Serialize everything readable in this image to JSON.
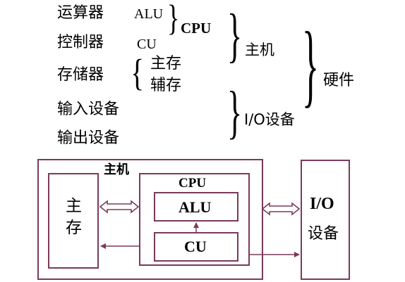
{
  "top": {
    "components": {
      "alu_unit": "运算器",
      "control_unit": "控制器",
      "memory": "存储器",
      "input": "输入设备",
      "output": "输出设备"
    },
    "abbrev": {
      "alu": "ALU",
      "cu": "CU"
    },
    "memory_types": {
      "main": "主存",
      "aux": "辅存"
    },
    "groups": {
      "cpu": "CPU",
      "host": "主机",
      "io": "I/O设备",
      "hardware": "硬件"
    }
  },
  "block": {
    "host_label": "主机",
    "main_memory": [
      "主",
      "存"
    ],
    "cpu_label": "CPU",
    "alu_label": "ALU",
    "cu_label": "CU",
    "io_line1": "I/O",
    "io_line2": "设备"
  },
  "colors": {
    "box_border": "#7a3a5a"
  }
}
